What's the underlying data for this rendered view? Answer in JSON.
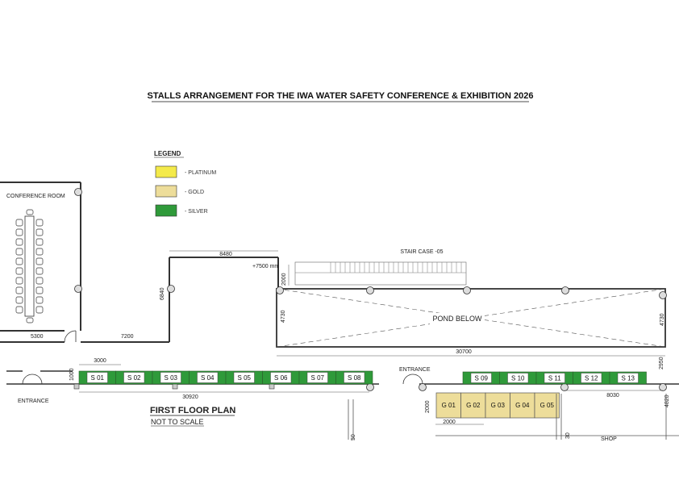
{
  "title": "STALLS ARRANGEMENT FOR THE IWA WATER SAFETY CONFERENCE & EXHIBITION 2026",
  "legend": {
    "heading": "LEGEND",
    "items": [
      {
        "label": "- PLATINUM",
        "color": "#f4ea4a"
      },
      {
        "label": "- GOLD",
        "color": "#eddd9a"
      },
      {
        "label": "- SILVER",
        "color": "#2f9a3a"
      }
    ]
  },
  "rooms": {
    "conference": "CONFERENCE ROOM",
    "staircase": "STAIR CASE -05",
    "pond": "POND BELOW"
  },
  "dims": {
    "d8480": "8480",
    "d7500": "+7500 mm",
    "d2000_stair": "2000",
    "d6840": "6840",
    "d5300": "5300",
    "d7200": "7200",
    "d4730_left": "4730",
    "d4730_right": "4730",
    "d30700": "30700",
    "d3000": "3000",
    "d1000": "1000",
    "d30920": "30920",
    "d2950": "2950",
    "d8030": "8030",
    "d2000_v": "2000",
    "d2000_h": "2000",
    "d50": "50",
    "d30": "30",
    "d4820": "4820",
    "shop": "SHOP"
  },
  "entrances": [
    "ENTRANCE",
    "ENTRANCE"
  ],
  "plan": {
    "heading": "FIRST FLOOR PLAN",
    "subheading": "NOT TO SCALE"
  },
  "silver_stalls_left": [
    "S 01",
    "S 02",
    "S 03",
    "S 04",
    "S 05",
    "S 06",
    "S 07",
    "S 08"
  ],
  "silver_stalls_right": [
    "S 09",
    "S 10",
    "S 11",
    "S 12",
    "S 13"
  ],
  "gold_stalls": [
    "G 01",
    "G 02",
    "G 03",
    "G 04",
    "G 05"
  ]
}
